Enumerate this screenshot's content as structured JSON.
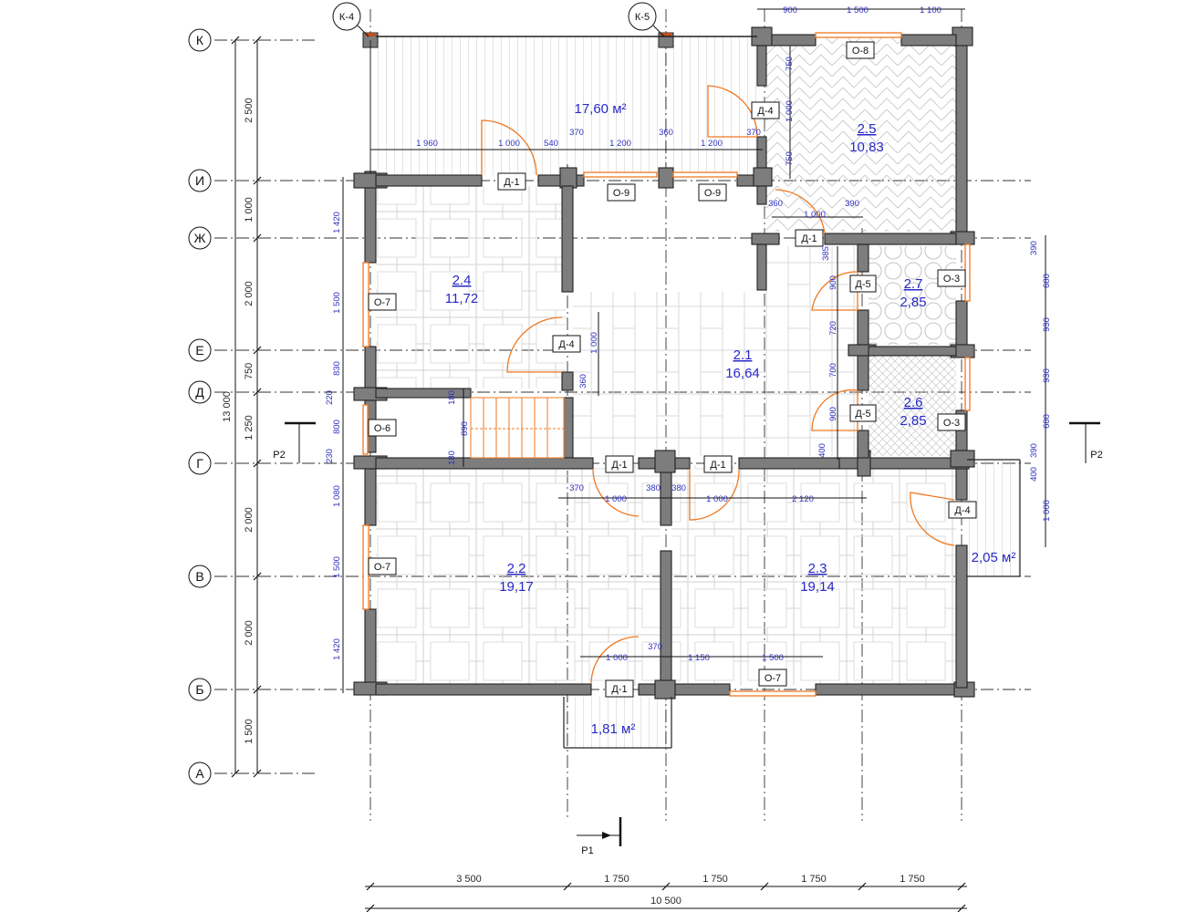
{
  "axes_rows": [
    {
      "label": "К"
    },
    {
      "label": "И"
    },
    {
      "label": "Ж"
    },
    {
      "label": "Е"
    },
    {
      "label": "Д"
    },
    {
      "label": "Г"
    },
    {
      "label": "В"
    },
    {
      "label": "Б"
    },
    {
      "label": "А"
    }
  ],
  "left_dims": {
    "segments": [
      "2 500",
      "1 000",
      "2 000",
      "750",
      "1 250",
      "2 000",
      "2 000",
      "1 500"
    ],
    "total": "13 000"
  },
  "left_inner_dims": [
    "1 420",
    "1 500",
    "830",
    "220",
    "800",
    "230",
    "1 080",
    "1 500",
    "1 420"
  ],
  "bottom_dims": {
    "segments": [
      "3 500",
      "1 750",
      "1 750",
      "1 750",
      "1 750"
    ],
    "total": "10 500"
  },
  "top_right_dims": [
    "900",
    "1 500",
    "1 100"
  ],
  "right_dims": [
    "390",
    "680",
    "930",
    "930",
    "680",
    "390",
    "400",
    "1 000"
  ],
  "rooms": [
    {
      "id": "terrace",
      "area": "17,60 м²"
    },
    {
      "id": "r25",
      "name": "2.5",
      "area": "10,83"
    },
    {
      "id": "r24",
      "name": "2.4",
      "area": "11,72"
    },
    {
      "id": "r21",
      "name": "2.1",
      "area": "16,64"
    },
    {
      "id": "r27",
      "name": "2.7",
      "area": "2,85"
    },
    {
      "id": "r26",
      "name": "2.6",
      "area": "2,85"
    },
    {
      "id": "r22",
      "name": "2.2",
      "area": "19,17"
    },
    {
      "id": "r23",
      "name": "2.3",
      "area": "19,14"
    },
    {
      "id": "porch_bottom",
      "area": "1,81 м²"
    },
    {
      "id": "porch_right",
      "area": "2,05 м²"
    }
  ],
  "tags": {
    "k4": "К-4",
    "k5": "К-5",
    "d1": "Д-1",
    "d4": "Д-4",
    "d5": "Д-5",
    "o3": "О-3",
    "o6": "О-6",
    "o7": "О-7",
    "o8": "О-8",
    "o9": "О-9"
  },
  "sections": {
    "p1": "Р1",
    "p2": "Р2"
  },
  "inner_dims": {
    "terrace_row": [
      "1 960",
      "1 000",
      "540",
      "370",
      "1 200",
      "360",
      "1 200",
      "370"
    ],
    "r25_vert": [
      "750",
      "1 000",
      "750"
    ],
    "r25_bottom": [
      "360",
      "1 000",
      "390"
    ],
    "hall_vert": [
      "385",
      "900",
      "720",
      "700",
      "900",
      "400"
    ],
    "r24_door": [
      "1 000",
      "360"
    ],
    "stair": [
      "180",
      "890",
      "180"
    ],
    "mid_row": [
      "370",
      "1 000",
      "380",
      "380",
      "1 000",
      "2 120"
    ],
    "bottom_row": [
      "1 000",
      "370",
      "1 150",
      "1 500"
    ]
  }
}
